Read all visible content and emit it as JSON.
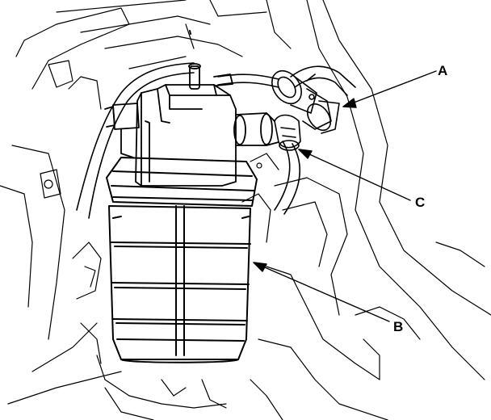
{
  "callouts": {
    "a": {
      "letter": "A"
    },
    "b": {
      "letter": "B"
    },
    "c": {
      "letter": "C"
    }
  },
  "colors": {
    "line": "#000000",
    "background": "#ffffff"
  }
}
